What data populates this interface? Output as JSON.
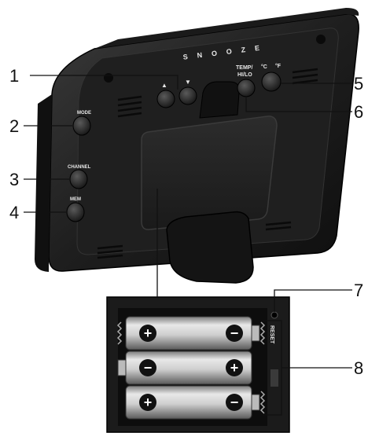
{
  "device": {
    "top_label": "SNOOZE",
    "up_arrow": "▲",
    "down_arrow": "▼",
    "temp_label_line1": "TEMP/",
    "temp_label_line2": "HI/LO",
    "celsius_label": "°C",
    "fahrenheit_label": "°F",
    "mode_label": "MODE",
    "channel_label": "CHANNEL",
    "mem_label": "MEM",
    "reset_label": "RESET"
  },
  "callouts": {
    "c1": "1",
    "c2": "2",
    "c3": "3",
    "c4": "4",
    "c5": "5",
    "c6": "6",
    "c7": "7",
    "c8": "8"
  },
  "battery_signs": {
    "plus": "+",
    "minus": "−"
  },
  "colors": {
    "body": "#2a2a2a",
    "body_dark": "#141414",
    "button": "#3a3a3a",
    "battery": "#d9d9d9",
    "line": "#111111"
  }
}
